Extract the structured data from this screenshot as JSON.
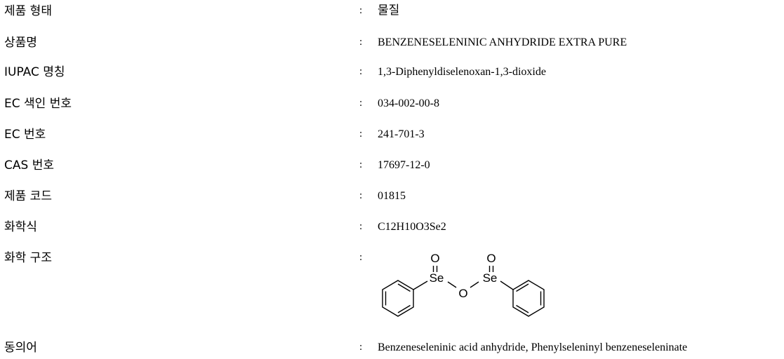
{
  "rows": [
    {
      "label": "제품 형태",
      "value": "물질"
    },
    {
      "label": "상품명",
      "value": "BENZENESELENINIC ANHYDRIDE EXTRA PURE"
    },
    {
      "label": "IUPAC 명칭",
      "value": "1,3-Diphenyldiselenoxan-1,3-dioxide"
    },
    {
      "label": "EC 색인 번호",
      "value": "034-002-00-8"
    },
    {
      "label": "EC 번호",
      "value": "241-701-3"
    },
    {
      "label": "CAS 번호",
      "value": "17697-12-0"
    },
    {
      "label": "제품 코드",
      "value": "01815"
    },
    {
      "label": "화학식",
      "value": "C12H10O3Se2"
    },
    {
      "label": "화학 구조",
      "value": ""
    },
    {
      "label": "동의어",
      "value": "Benzeneseleninic acid anhydride, Phenylseleninyl benzeneseleninate"
    }
  ],
  "separator": ":",
  "structure": {
    "atoms": {
      "oxygen": "O",
      "selenium": "Se"
    }
  }
}
